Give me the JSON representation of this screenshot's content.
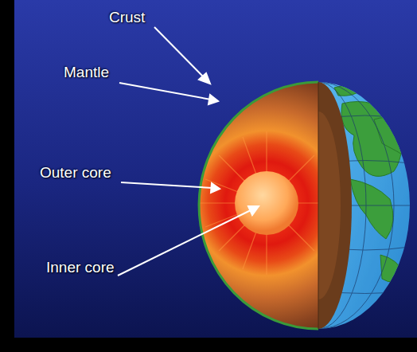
{
  "diagram": {
    "labels": [
      "Crust",
      "Mantle",
      "Outer core",
      "Inner core"
    ]
  }
}
